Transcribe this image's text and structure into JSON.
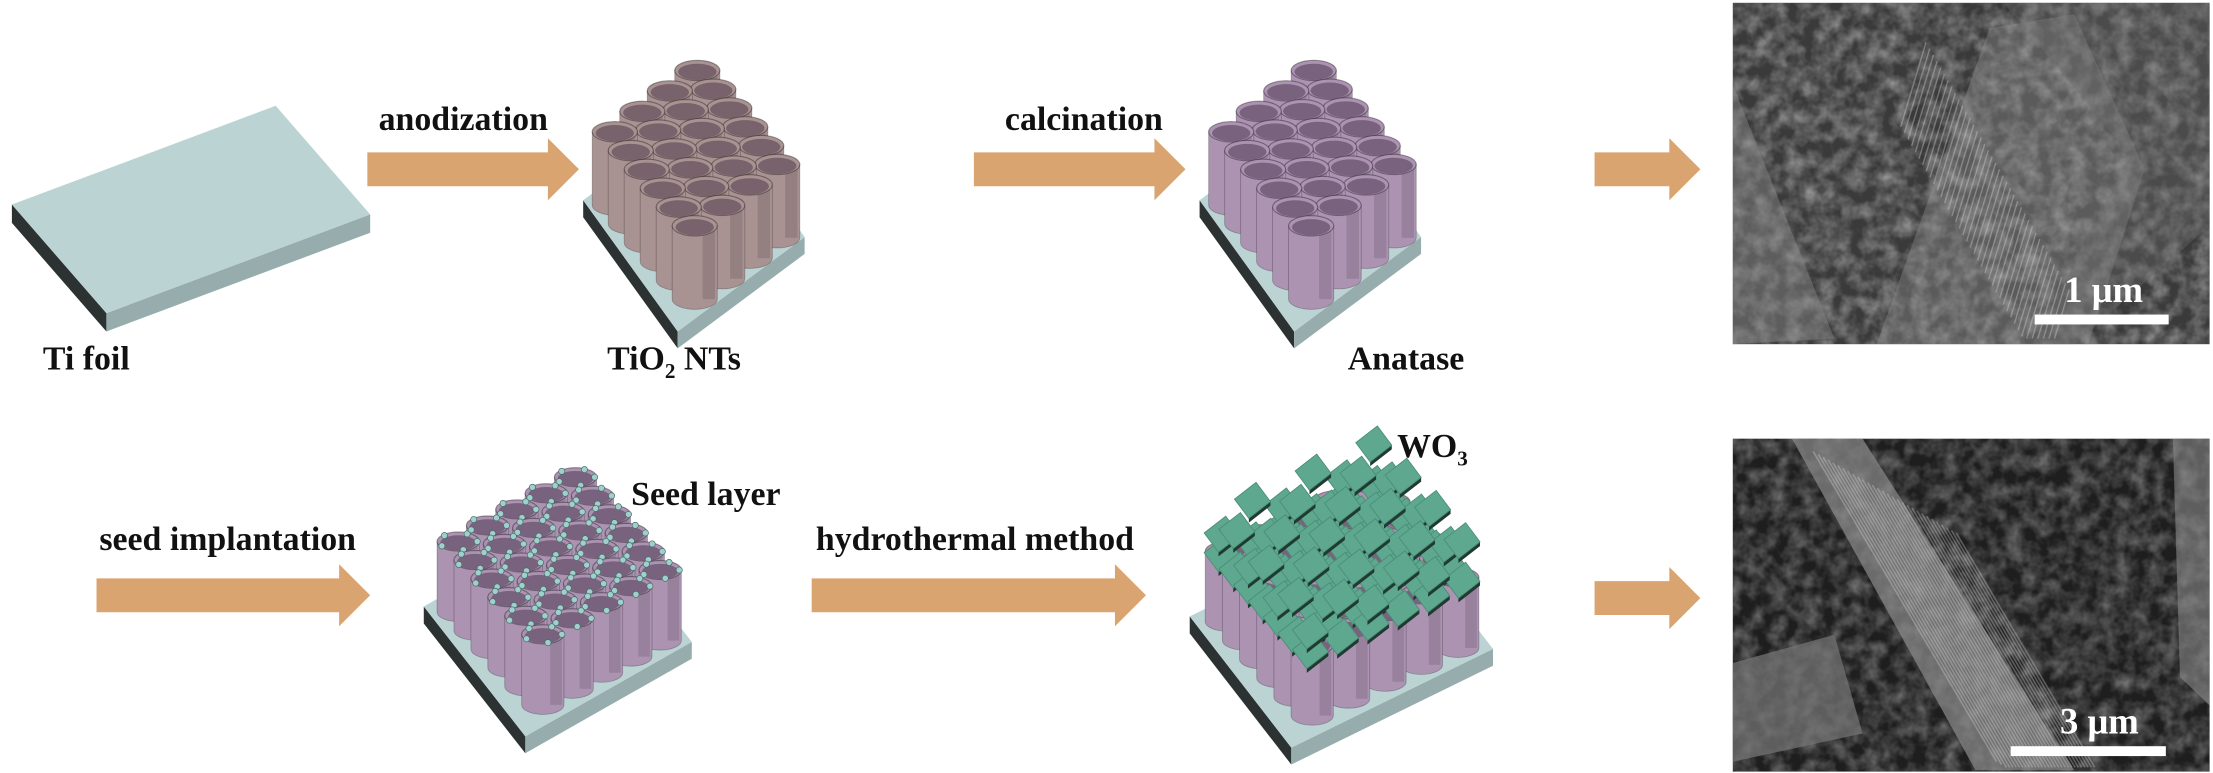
{
  "title": "Fabrication process of WO3 on TiO2 nanotubes",
  "steps": {
    "ti_foil": "Ti foil",
    "tio2_nts": "TiO",
    "tio2_sub": "2",
    "tio2_suffix": " NTs",
    "anatase": "Anatase",
    "seed_layer": "Seed layer",
    "wo3": "WO",
    "wo3_sub": "3"
  },
  "arrows": {
    "anodization": "anodization",
    "calcination": "calcination",
    "seed_implantation": "seed implantation",
    "hydrothermal": "hydrothermal method"
  },
  "sem": {
    "top_scale": "1 μm",
    "bottom_scale": "3 μm"
  },
  "colors": {
    "arrow": "#d9a46f",
    "substrate_top": "#bcd3d3",
    "substrate_side": "#97adad",
    "substrate_edge": "#2c3232",
    "tube_tio2": "#a99292",
    "tube_anatase": "#ac93b2",
    "wo3_plate": "#5ea88f",
    "seed_dot": "#9fd0cc"
  }
}
